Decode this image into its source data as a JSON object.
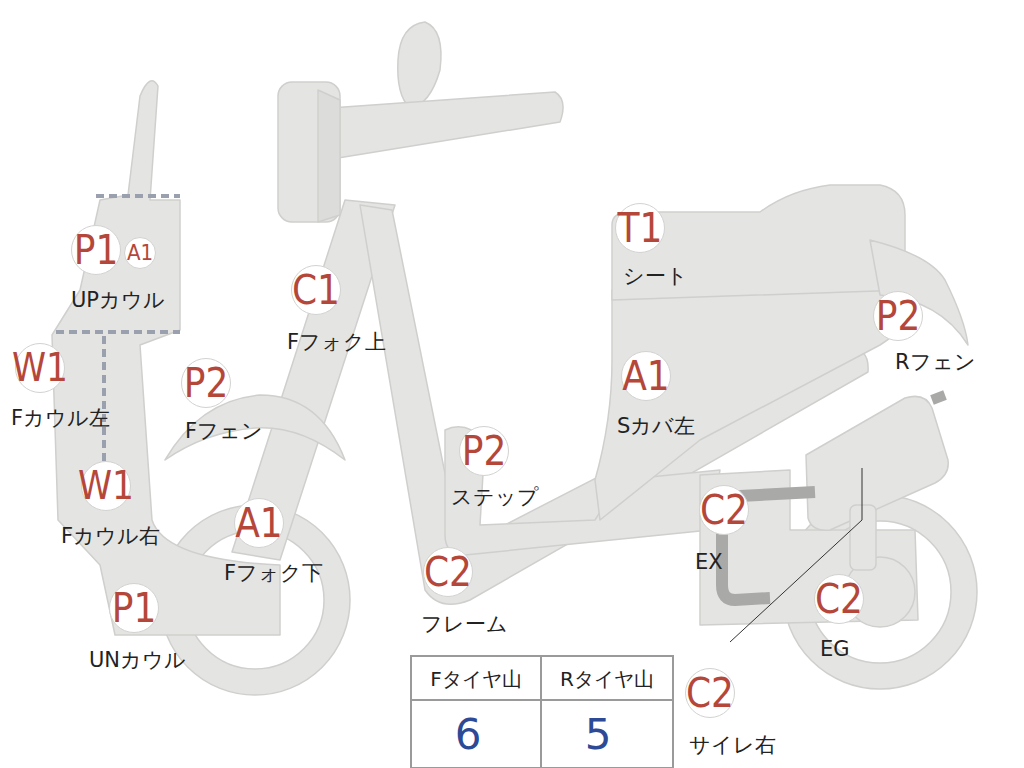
{
  "diagram": {
    "nodes": [
      {
        "text": [
          "P1",
          "UPカウル"
        ]
      },
      {
        "text": [
          "A1"
        ]
      },
      {
        "text": [
          "T1",
          "シート"
        ]
      },
      {
        "text": [
          "C1",
          "Fフォク上"
        ]
      },
      {
        "text": [
          "P2",
          "Rフェン"
        ]
      },
      {
        "text": [
          "W1",
          "Fカウル左"
        ]
      },
      {
        "text": [
          "P2",
          "Fフェン"
        ]
      },
      {
        "text": [
          "A1",
          "Sカバ左"
        ]
      },
      {
        "text": [
          "P2",
          "ステップ"
        ]
      },
      {
        "text": [
          "W1",
          "Fカウル右"
        ]
      },
      {
        "text": [
          "C2",
          "EX"
        ]
      },
      {
        "text": [
          "A1",
          "Fフォク下"
        ]
      },
      {
        "text": [
          "C2",
          "フレーム"
        ]
      },
      {
        "text": [
          "C2",
          "EG"
        ]
      },
      {
        "text": [
          "P1",
          "UNカウル"
        ]
      },
      {
        "text": [
          "C2",
          "サイレ右"
        ]
      }
    ],
    "labels": [
      "Fタイヤ山",
      "Rタイヤ山",
      "6",
      "5"
    ]
  }
}
